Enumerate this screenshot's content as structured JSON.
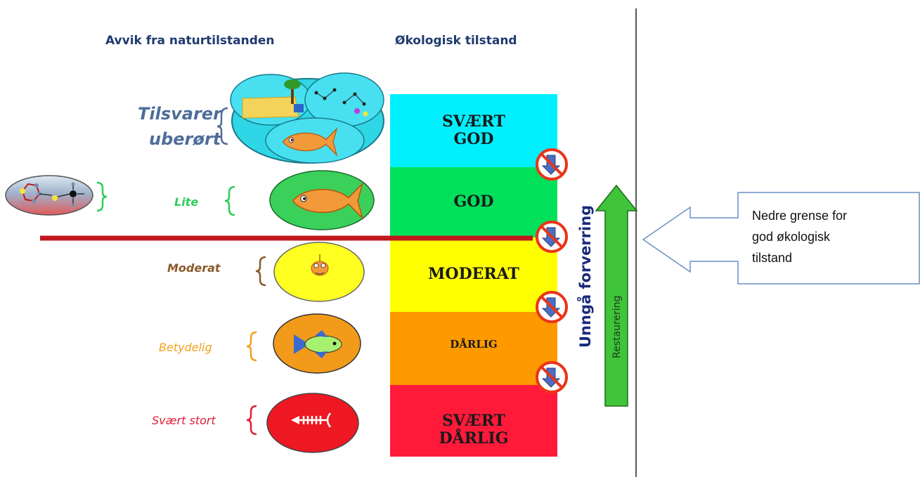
{
  "headers": {
    "left": "Avvik fra naturtilstanden",
    "right": "Økologisk tilstand"
  },
  "categories": [
    {
      "label1": "Tilsvarer",
      "label2": "uberørt",
      "color": "#4f6d9a"
    },
    {
      "label1": "Lite",
      "color": "#2ecc5a"
    },
    {
      "label1": "Moderat",
      "color": "#8b5a2b"
    },
    {
      "label1": "Betydelig",
      "color": "#f2a01a"
    },
    {
      "label1": "Svært stort",
      "color": "#e0203a"
    }
  ],
  "bands": [
    {
      "line1": "SVÆRT",
      "line2": "GOD",
      "color": "#00f0ff"
    },
    {
      "line1": "GOD",
      "color": "#00e05a"
    },
    {
      "line1": "MODERAT",
      "color": "#ffff00"
    },
    {
      "line1": "DÅRLIG",
      "color": "#ff9900"
    },
    {
      "line1": "SVÆRT",
      "line2": "DÅRLIG",
      "color": "#ff1a3a"
    }
  ],
  "vertical_label": "Unngå forverring",
  "arrow_label": "Restaurering",
  "callout": {
    "line1": "Nedre grense for",
    "line2": "god økologisk",
    "line3": "tilstand"
  },
  "colors": {
    "boundary_line": "#c0181c",
    "arrow_green": "#3fc43a",
    "vertical_label": "#1a2a7a",
    "callout_border": "#6a8fc6"
  },
  "icons": [
    "fish-icon",
    "fish-skeleton-icon",
    "molecule-icon",
    "no-deterioration-icon",
    "tree-icon"
  ]
}
